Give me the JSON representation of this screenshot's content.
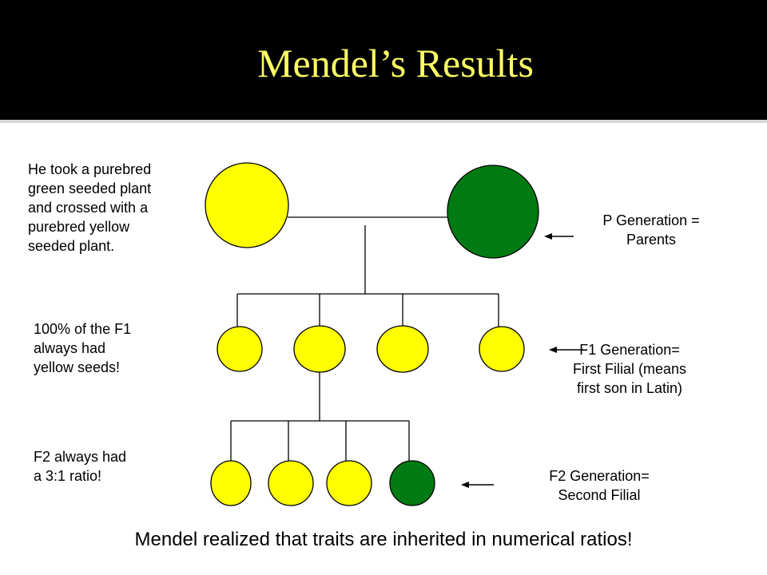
{
  "title": "Mendel’s Results",
  "notes": {
    "p_note": "He took a purebred\ngreen seeded plant\nand crossed with a\npurebred yellow\nseeded plant.",
    "f1_note": "100% of the F1\nalways had\nyellow seeds!",
    "f2_note": "F2 always had\na 3:1 ratio!"
  },
  "labels": {
    "p": "P Generation =\nParents",
    "f1": "F1 Generation=\nFirst Filial (means\nfirst son in Latin)",
    "f2": "F2 Generation=\nSecond Filial"
  },
  "colors": {
    "yellow": "#ffff00",
    "green": "#007a12",
    "title": "#ffff66"
  },
  "generations": {
    "p": [
      "yellow",
      "green"
    ],
    "f1": [
      "yellow",
      "yellow",
      "yellow",
      "yellow"
    ],
    "f2": [
      "yellow",
      "yellow",
      "yellow",
      "green"
    ]
  },
  "conclusion": "Mendel realized that traits are inherited in numerical ratios!"
}
